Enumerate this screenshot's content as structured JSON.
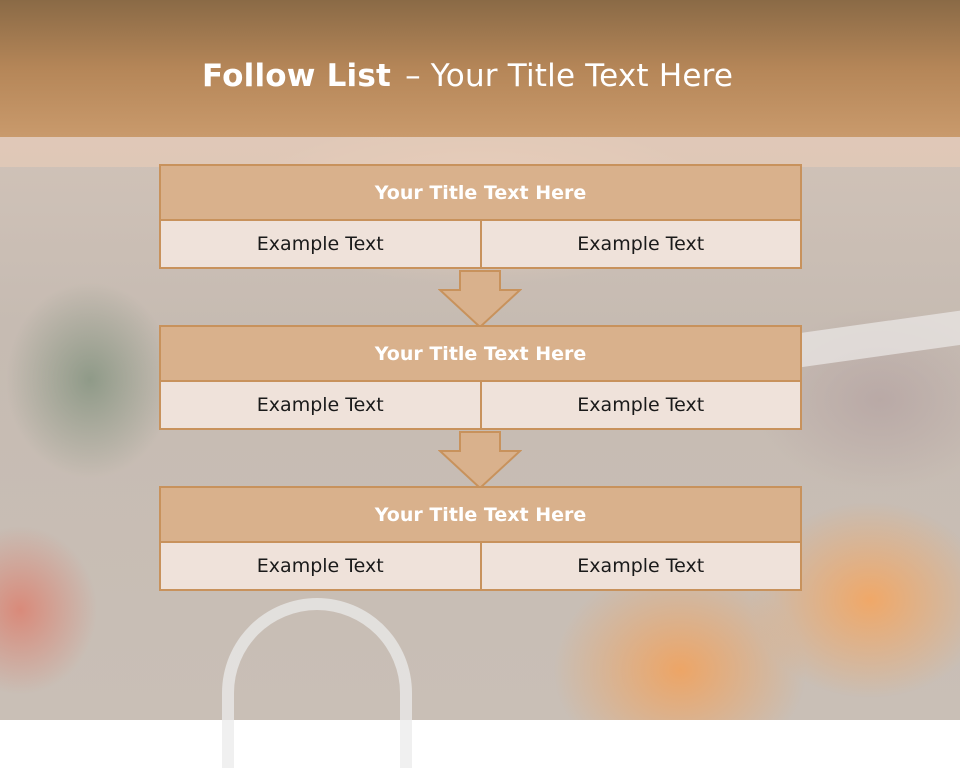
{
  "slide": {
    "title_bold": "Follow List",
    "title_sep": "–",
    "title_rest": "Your Title Text Here"
  },
  "blocks": [
    {
      "title": "Your Title Text Here",
      "left": "Example Text",
      "right": "Example Text"
    },
    {
      "title": "Your Title Text Here",
      "left": "Example Text",
      "right": "Example Text"
    },
    {
      "title": "Your Title Text Here",
      "left": "Example Text",
      "right": "Example Text"
    }
  ],
  "colors": {
    "header_band": "#b58658",
    "block_title_fill": "#d9b18c",
    "block_cell_fill": "#efe2da",
    "border": "#c8925c",
    "arrow_fill": "#d9b18c"
  },
  "icons": [
    "down-arrow-icon",
    "down-arrow-icon"
  ]
}
